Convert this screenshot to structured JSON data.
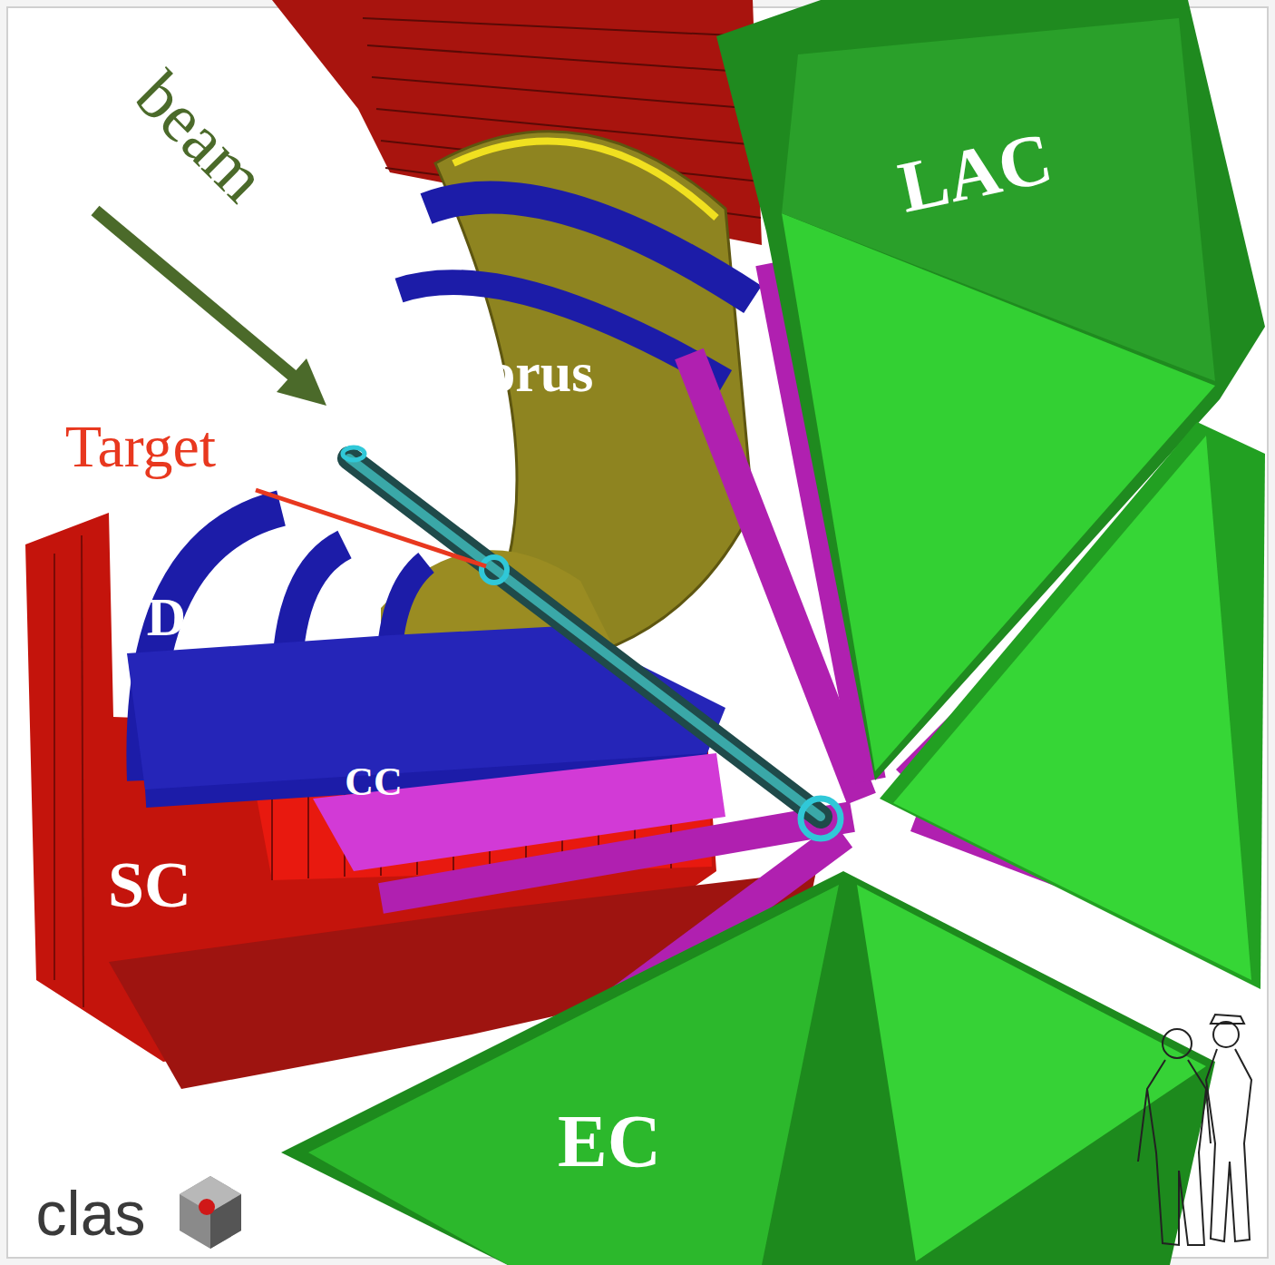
{
  "diagram": {
    "labels": [
      "LAC",
      "beam",
      "Torus",
      "Target",
      "DC",
      "CC",
      "SC",
      "EC",
      "clas"
    ]
  }
}
